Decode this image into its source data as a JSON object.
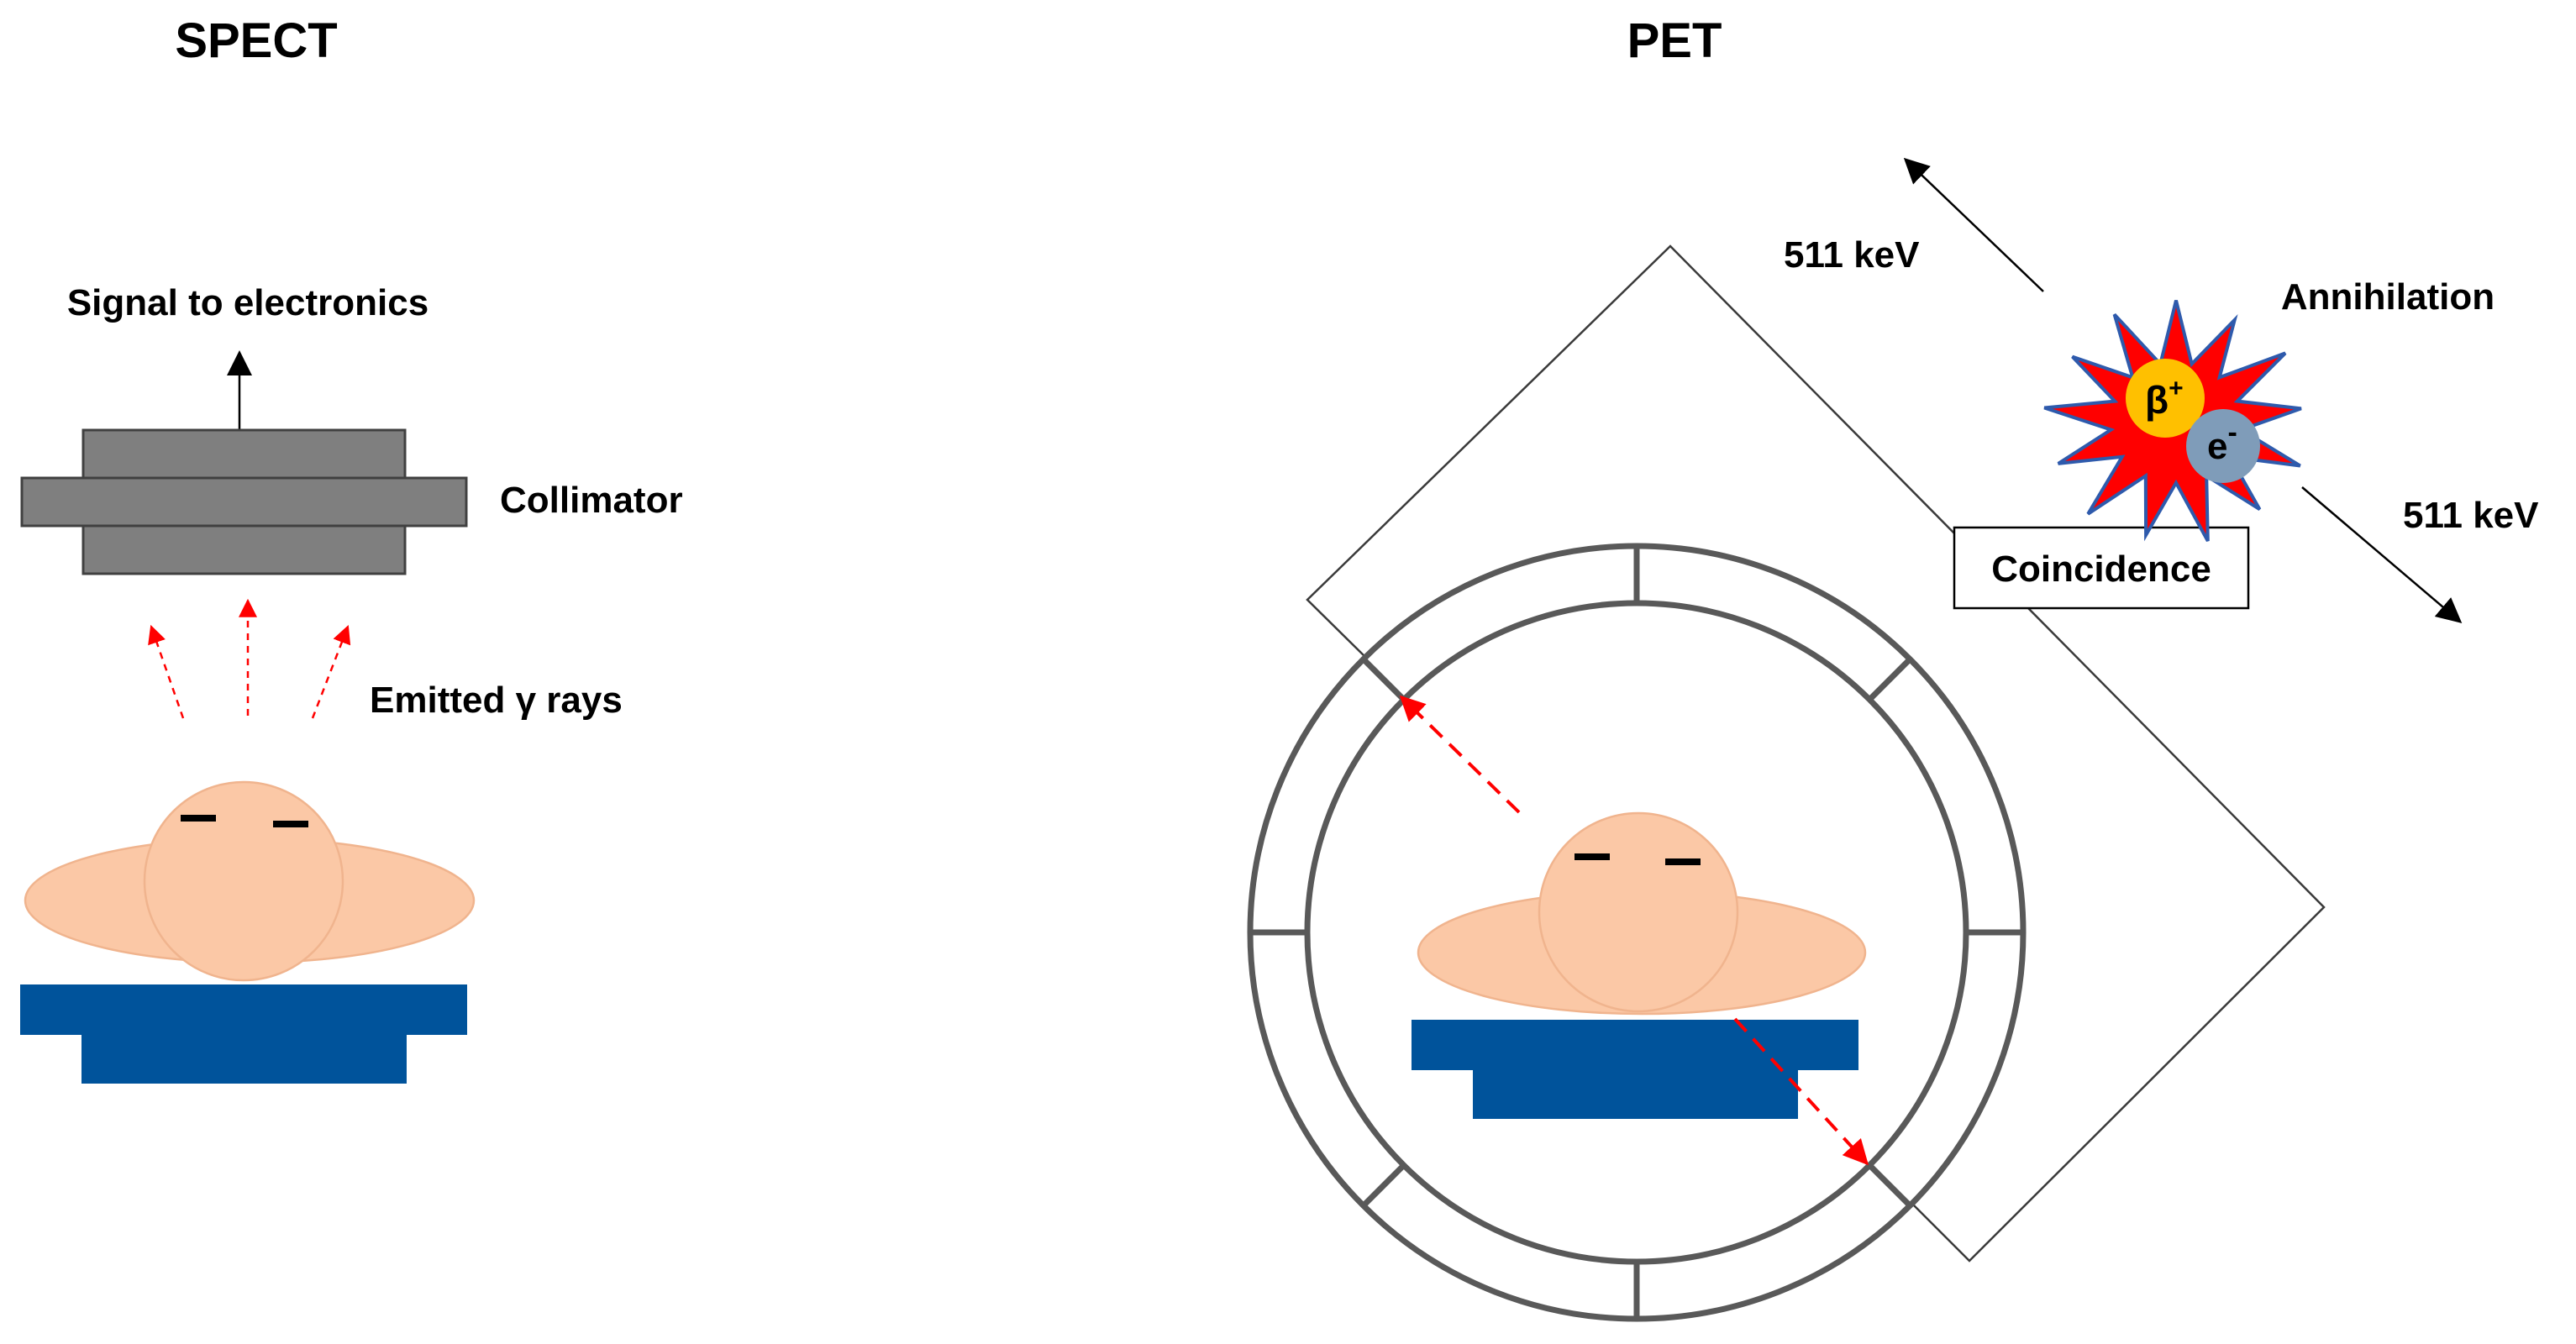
{
  "panels": {
    "spect": {
      "title": "SPECT",
      "signal_label": "Signal to electronics",
      "collimator_label": "Collimator",
      "emitted_label": "Emitted γ rays"
    },
    "pet": {
      "title": "PET",
      "energy_upper": "511 keV",
      "energy_lower": "511 keV",
      "annihilation_label": "Annihilation",
      "coincidence_label": "Coincidence",
      "beta_symbol": "β",
      "beta_charge": "+",
      "electron_symbol": "e",
      "electron_charge": "-"
    }
  },
  "colors": {
    "skin": "#FBC8A6",
    "skin_outline": "#F0B48E",
    "bed": "#00539B",
    "collimator": "#7F7F7F",
    "ring": "#595959",
    "gamma_arrow": "#FF0000",
    "burst_fill": "#FF0000",
    "burst_outline": "#2E5AAC",
    "positron": "#FFC000",
    "electron": "#7F9CB9"
  }
}
